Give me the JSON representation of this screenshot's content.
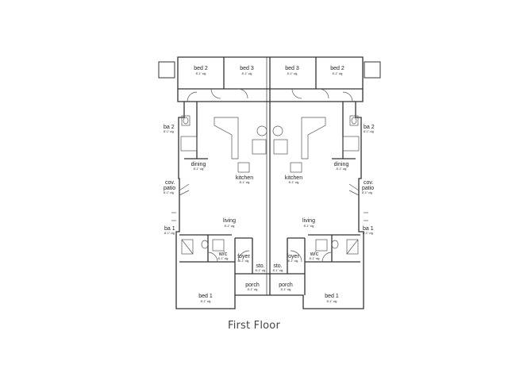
{
  "caption": "First Floor",
  "dim": "8'-1\" clg",
  "rooms": {
    "bed2_l": "bed 2",
    "bed3_l": "bed 3",
    "bed3_r": "bed 3",
    "bed2_r": "bed 2",
    "ba2_l": "ba 2",
    "ba2_r": "ba 2",
    "dining_l": "dining",
    "dining_r": "dining",
    "kitchen_l": "kitchen",
    "kitchen_r": "kitchen",
    "cov_l": "cov.",
    "patio_l": "patio",
    "cov_r": "cov.",
    "patio_r": "patio",
    "living_l": "living",
    "living_r": "living",
    "ba1_l": "ba 1",
    "ba1_r": "ba 1",
    "wic_l": "w/c",
    "wic_r": "w/c",
    "foyer_l": "foyer",
    "foyer_r": "foyer",
    "sto_l": "sto.",
    "sto_r": "sto.",
    "porch_l": "porch",
    "porch_r": "porch",
    "bed1_l": "bed 1",
    "bed1_r": "bed 1"
  }
}
